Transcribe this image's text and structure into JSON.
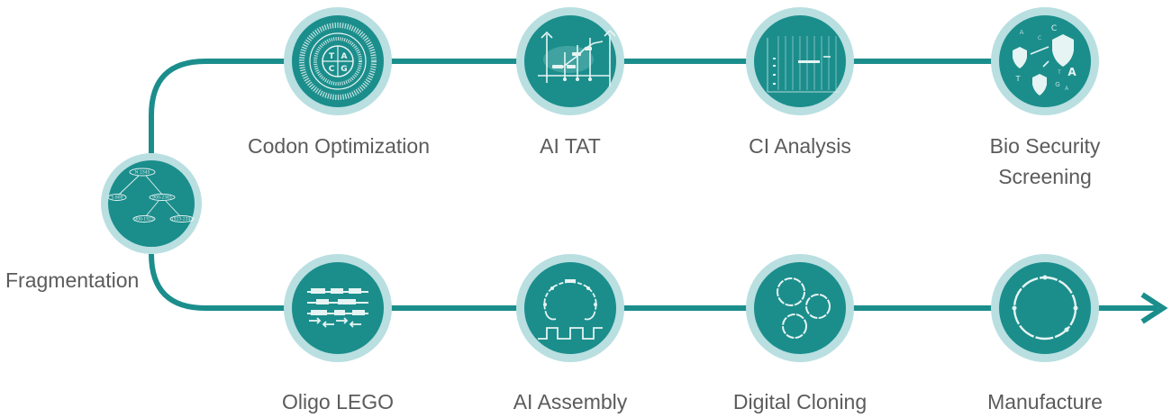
{
  "colors": {
    "teal": "#1b8e8c",
    "halo": "#b9dfe1",
    "label": "#5b5b5b",
    "icon": "#e6f4f3"
  },
  "steps": {
    "fragmentation": {
      "label": "Fragmentation",
      "icon": "tree-icon",
      "node_texts": [
        "N 2345",
        "1-900",
        "900-2345",
        "900-1523",
        "1523-2345"
      ]
    },
    "codon_optimization": {
      "label": "Codon Optimization",
      "icon": "codon-wheel-icon",
      "wheel_letters": [
        "T",
        "A",
        "C",
        "G"
      ]
    },
    "ai_tat": {
      "label": "AI TAT",
      "icon": "tat-chart-icon"
    },
    "ci_analysis": {
      "label": "CI Analysis",
      "icon": "ci-analysis-icon"
    },
    "bio_security": {
      "label_line1": "Bio Security",
      "label_line2": "Screening",
      "icon": "shield-icon",
      "letters": [
        "A",
        "C",
        "A",
        "T",
        "G",
        "T",
        "A",
        "C"
      ]
    },
    "oligo_lego": {
      "label": "Oligo LEGO",
      "icon": "oligo-blocks-icon"
    },
    "ai_assembly": {
      "label": "AI Assembly",
      "icon": "assembly-icon"
    },
    "digital_cloning": {
      "label": "Digital Cloning",
      "icon": "plasmid-circles-icon"
    },
    "manufacture": {
      "label": "Manufacture",
      "icon": "plasmid-ring-icon"
    }
  }
}
